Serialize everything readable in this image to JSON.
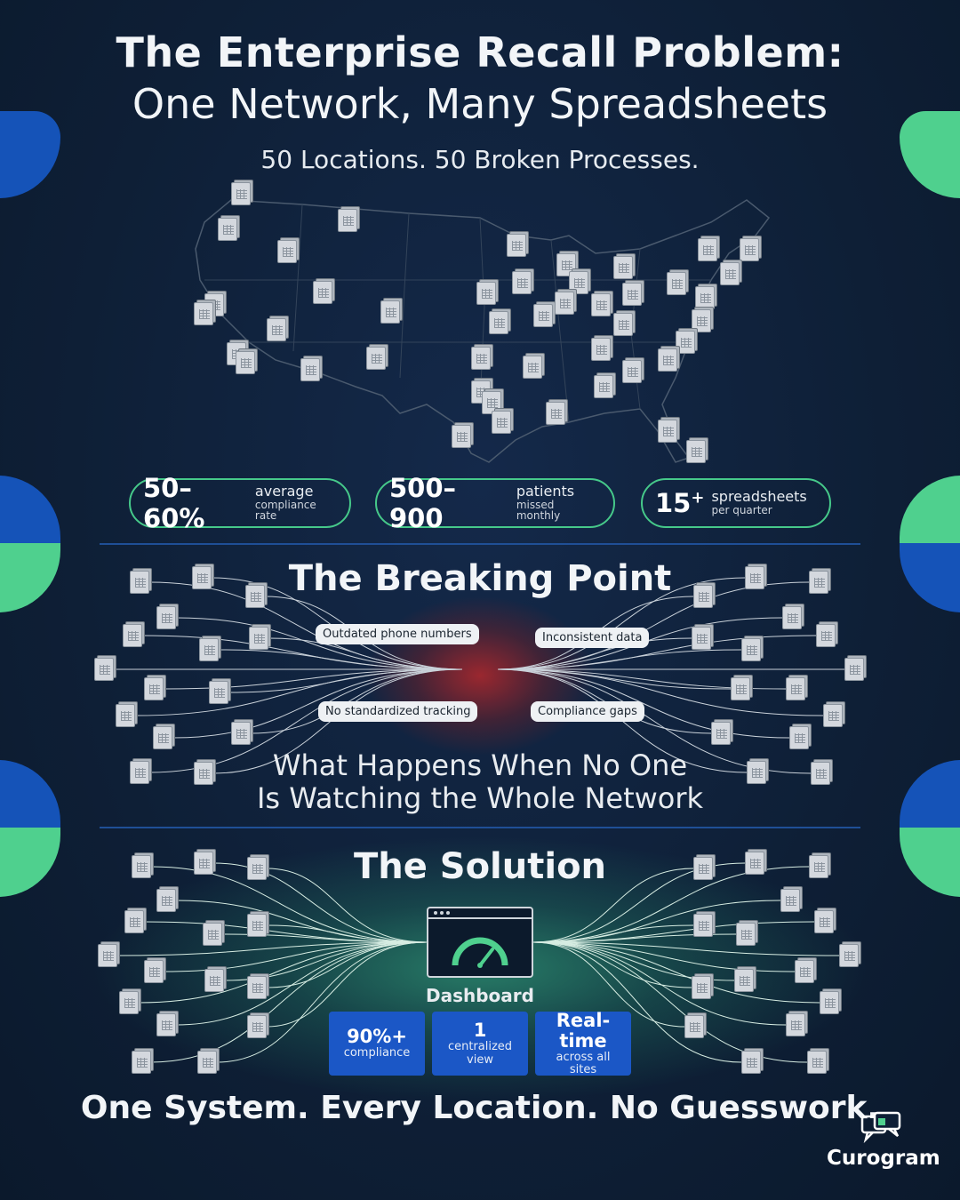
{
  "header": {
    "title_line1": "The Enterprise Recall Problem:",
    "title_line2": "One Network, Many Spreadsheets",
    "subtitle": "50 Locations. 50 Broken Processes."
  },
  "stats": [
    {
      "value": "50–60%",
      "line1": "average",
      "line2": "compliance rate"
    },
    {
      "value": "500–900",
      "line1": "patients",
      "line2": "missed monthly"
    },
    {
      "value": "15",
      "sup": "+",
      "line1": "spreadsheets",
      "line2": "per quarter"
    }
  ],
  "breaking_point": {
    "title": "The Breaking Point",
    "tags": [
      "Outdated phone numbers",
      "Inconsistent data",
      "No standardized tracking",
      "Compliance gaps"
    ],
    "caption_line1": "What Happens When No One",
    "caption_line2": "Is Watching the Whole Network"
  },
  "solution": {
    "title": "The Solution",
    "dashboard_label": "Dashboard",
    "metrics": [
      {
        "big": "90%+",
        "small1": "compliance",
        "small2": ""
      },
      {
        "big": "1",
        "small1": "centralized",
        "small2": "view"
      },
      {
        "big": "Real-time",
        "small1": "across all",
        "small2": "sites"
      }
    ]
  },
  "tagline": "One System. Every Location. No Guesswork.",
  "brand": {
    "name": "Curogram",
    "icon": "chat-bubbles-icon"
  },
  "colors": {
    "background": "#0e1f36",
    "accent_green": "#4fd08e",
    "accent_blue": "#1553b8"
  }
}
